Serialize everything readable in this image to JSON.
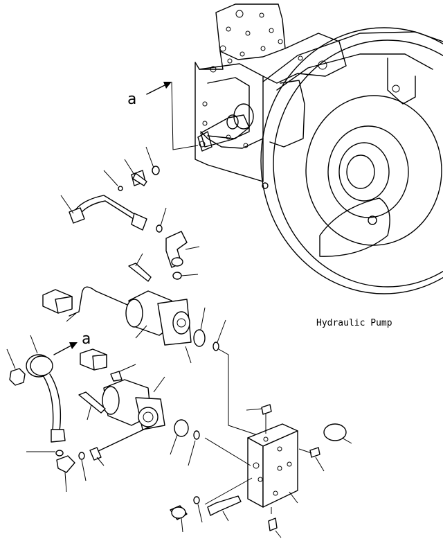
{
  "labels": {
    "component_label": "Hydraulic Pump",
    "view_marker_top": "a",
    "view_marker_mid": "a"
  }
}
